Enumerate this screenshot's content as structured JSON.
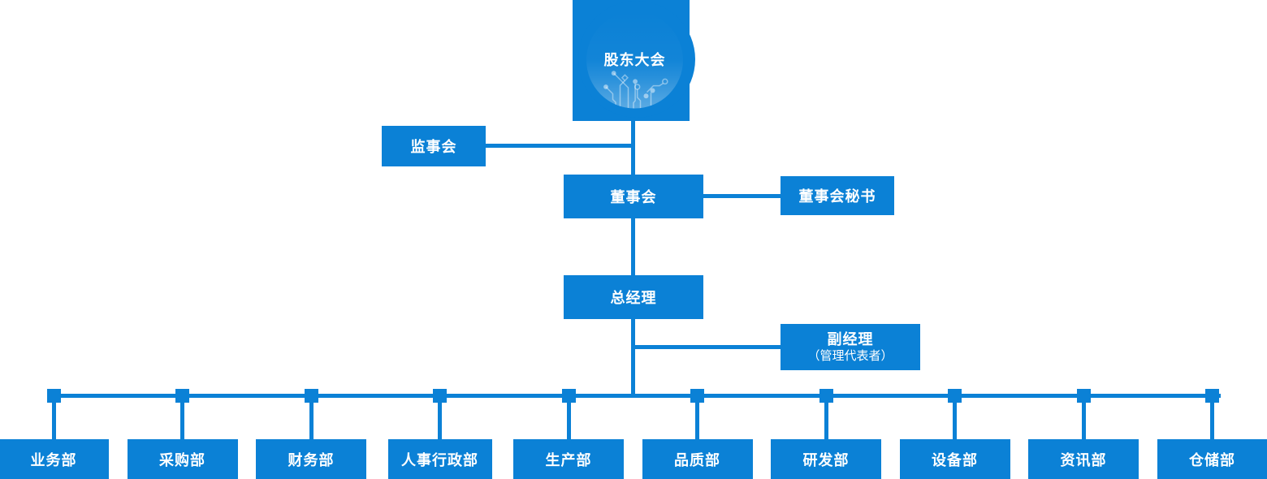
{
  "page": {
    "background": "#ffffff",
    "type": "organization-chart"
  },
  "colors": {
    "primary_blue": "#0b81d6",
    "text": "#ffffff",
    "circle_highlight": "rgba(255,255,255,0.34)"
  },
  "org_chart": {
    "root": {
      "label": "股东大会"
    },
    "supervisory_board": {
      "label": "监事会"
    },
    "board": {
      "label": "董事会"
    },
    "board_secretary": {
      "label": "董事会秘书"
    },
    "general_manager": {
      "label": "总经理"
    },
    "deputy_manager": {
      "label": "副经理",
      "sublabel": "（管理代表者）"
    },
    "departments": [
      "业务部",
      "采购部",
      "财务部",
      "人事行政部",
      "生产部",
      "品质部",
      "研发部",
      "设备部",
      "资讯部",
      "仓储部"
    ]
  },
  "decoration": {
    "circuit_icon": "circuit-board-traces"
  }
}
